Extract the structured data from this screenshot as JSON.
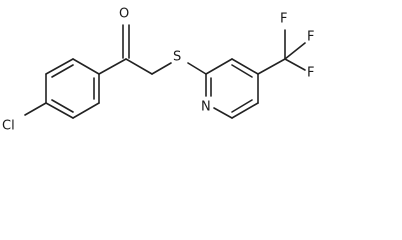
{
  "molecule": {
    "atoms": {
      "oxygen": "O",
      "sulfur": "S",
      "nitrogen": "N",
      "chlorine": "Cl",
      "fluorine_1": "F",
      "fluorine_2": "F",
      "fluorine_3": "F"
    }
  }
}
